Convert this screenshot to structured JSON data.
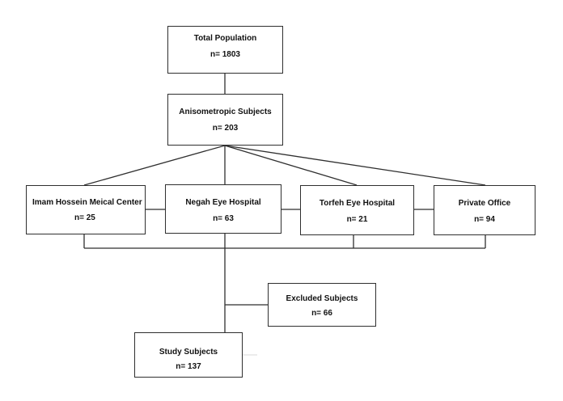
{
  "nodes": {
    "total_population": {
      "title": "Total Population",
      "count": "n= 1803"
    },
    "anisometropic": {
      "title": "Anisometropic Subjects",
      "count": "n= 203"
    },
    "imam_hossein": {
      "title": "Imam Hossein Meical Center",
      "count": "n= 25"
    },
    "negah": {
      "title": "Negah Eye Hospital",
      "count": "n= 63"
    },
    "torfeh": {
      "title": "Torfeh Eye Hospital",
      "count": "n= 21"
    },
    "private_office": {
      "title": "Private Office",
      "count": "n= 94"
    },
    "excluded": {
      "title": "Excluded Subjects",
      "count": "n= 66"
    },
    "study": {
      "title": "Study Subjects",
      "count": "n= 137"
    }
  },
  "colors": {
    "line": "#2f2f2f",
    "box_border": "#2f2f2f",
    "text": "#111111",
    "background": "#ffffff"
  }
}
